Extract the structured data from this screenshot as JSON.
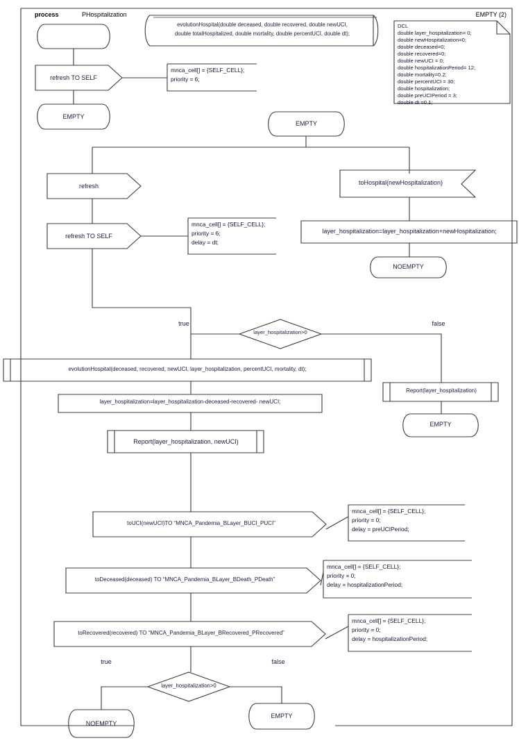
{
  "diagram": {
    "title_kind": "process",
    "title_name": "PHospitalization",
    "frame_label": "EMPTY (2)"
  },
  "procedure": {
    "line1": "evolutionHospital(double deceased, double recovered, double newUCI,",
    "line2": "double totalHospitalized, double mortality, double percentUCI, double dt);"
  },
  "dcl": {
    "header": "DCL",
    "lines": [
      "double layer_hospitalization= 0;",
      "double newHospitalization=0;",
      "double deceased=0;",
      "double recovered=0;",
      "double newUCI = 0;",
      "double hospitalizationPeriod= 12;",
      "double mortality=0.2;",
      "double percentUCI = 30;",
      "double hospitalization;",
      "double preUCIPeriod = 3;",
      "double dt =0.1;"
    ]
  },
  "nodes": {
    "start_state": "",
    "refresh_to_self_1": "refresh TO SELF",
    "empty_1": "EMPTY",
    "empty_main": "EMPTY",
    "refresh_input": "refresh",
    "refresh_to_self_2": "refresh TO SELF",
    "to_hospital": "toHospital(newHospitalization)",
    "hosp_assign": "layer_hospitalization=layer_hospitalization+newHospitalization;",
    "noempty_right": "NOEMPTY",
    "decision_1": "layer_hospitalization>0",
    "evolution_call": "evolutionHospital(deceased, recovered, newUCI, layer_hospitalization, percentUCI, mortality, dt);",
    "subtract_assign": "layer_hospitalization=layer_hospitalization-deceased-recovered- newUCI;",
    "report_two": "Report(layer_hospitalization, newUCI)",
    "report_one": "Report(layer_hospitalization)",
    "empty_false_branch": "EMPTY",
    "to_uci": "toUCI(newUCI)TO “MNCA_Pandemia_BLayer_BUCI_PUCI”",
    "to_deceased": "toDeceased(deceased) TO “MNCA_Pandemia_BLayer_BDeath_PDeath”",
    "to_recovered": "toRecovered(recovered) TO “MNCA_Pandemia_BLayer_BRecovered_PRecovered”",
    "decision_2": "layer_hospitalization>0",
    "noempty_bottom": "NOEMPTY",
    "empty_bottom": "EMPTY"
  },
  "conditions": {
    "refresh_self_1": [
      "mnca_cell[] = {SELF_CELL};",
      "priority = 6;"
    ],
    "refresh_self_2": [
      "mnca_cell[] = {SELF_CELL};",
      "priority = 6;",
      "delay = dt;"
    ],
    "to_uci": [
      "mnca_cell[] = {SELF_CELL};",
      "priority = 0;",
      "delay = preUCIPeriod;"
    ],
    "to_deceased": [
      "mnca_cell[] = {SELF_CELL};",
      "priority = 0;",
      "delay = hospitalizationPeriod;"
    ],
    "to_recovered": [
      "mnca_cell[] = {SELF_CELL};",
      "priority = 0;",
      "delay = hospitalizationPeriod;"
    ]
  },
  "edge_labels": {
    "d1_true": "true",
    "d1_false": "false",
    "d2_true": "true",
    "d2_false": "false"
  },
  "colors": {
    "stroke": "#3a3a3a",
    "stroke_dark": "#222222",
    "text": "#1a1a3c",
    "background": "#ffffff"
  }
}
